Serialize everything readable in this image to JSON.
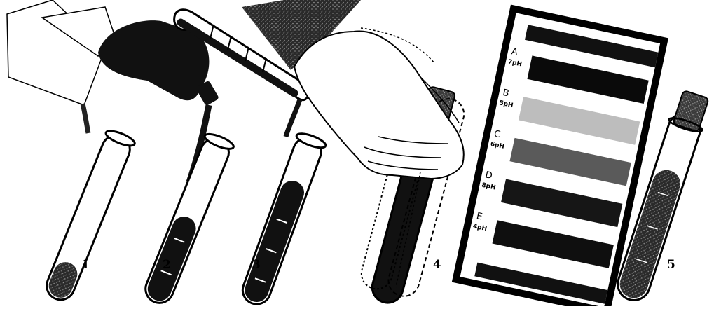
{
  "steps": [
    {
      "number": "1",
      "icon": "soil-sample-tube-icon"
    },
    {
      "number": "2",
      "icon": "reagent-bottle-icon"
    },
    {
      "number": "3",
      "icon": "water-cylinder-icon"
    },
    {
      "number": "4",
      "icon": "shaking-hand-icon"
    },
    {
      "number": "5",
      "icon": "stoppered-tube-icon"
    }
  ],
  "color_chart": {
    "bands": [
      {
        "letter": "A",
        "value": "7pH",
        "color": "#0a0a0a"
      },
      {
        "letter": "B",
        "value": "5pH",
        "color": "#bdbdbd"
      },
      {
        "letter": "C",
        "value": "6pH",
        "color": "#5a5a5a"
      },
      {
        "letter": "D",
        "value": "8pH",
        "color": "#161616"
      },
      {
        "letter": "E",
        "value": "4pH",
        "color": "#0f0f0f"
      }
    ]
  }
}
